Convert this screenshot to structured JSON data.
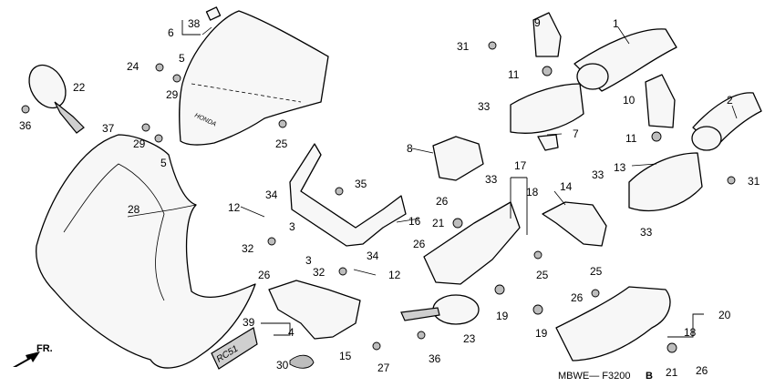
{
  "diagram_code": "MBWE— F3200",
  "diagram_code_suffix": "B",
  "direction_label": "FR.",
  "windscreen_logo": "HONDA",
  "side_logo": "RC51",
  "callouts": [
    {
      "id": "c1",
      "text": "1"
    },
    {
      "id": "c2",
      "text": "2"
    },
    {
      "id": "c3a",
      "text": "3"
    },
    {
      "id": "c3b",
      "text": "3"
    },
    {
      "id": "c4",
      "text": "4"
    },
    {
      "id": "c5a",
      "text": "5"
    },
    {
      "id": "c5b",
      "text": "5"
    },
    {
      "id": "c6",
      "text": "6"
    },
    {
      "id": "c7",
      "text": "7"
    },
    {
      "id": "c8",
      "text": "8"
    },
    {
      "id": "c9",
      "text": "9"
    },
    {
      "id": "c10",
      "text": "10"
    },
    {
      "id": "c11a",
      "text": "11"
    },
    {
      "id": "c11b",
      "text": "11"
    },
    {
      "id": "c12a",
      "text": "12"
    },
    {
      "id": "c12b",
      "text": "12"
    },
    {
      "id": "c13",
      "text": "13"
    },
    {
      "id": "c14",
      "text": "14"
    },
    {
      "id": "c15",
      "text": "15"
    },
    {
      "id": "c16",
      "text": "16"
    },
    {
      "id": "c17",
      "text": "17"
    },
    {
      "id": "c18a",
      "text": "18"
    },
    {
      "id": "c18b",
      "text": "18"
    },
    {
      "id": "c19a",
      "text": "19"
    },
    {
      "id": "c19b",
      "text": "19"
    },
    {
      "id": "c20",
      "text": "20"
    },
    {
      "id": "c21a",
      "text": "21"
    },
    {
      "id": "c21b",
      "text": "21"
    },
    {
      "id": "c22",
      "text": "22"
    },
    {
      "id": "c23",
      "text": "23"
    },
    {
      "id": "c24",
      "text": "24"
    },
    {
      "id": "c25a",
      "text": "25"
    },
    {
      "id": "c25b",
      "text": "25"
    },
    {
      "id": "c25c",
      "text": "25"
    },
    {
      "id": "c26a",
      "text": "26"
    },
    {
      "id": "c26b",
      "text": "26"
    },
    {
      "id": "c26c",
      "text": "26"
    },
    {
      "id": "c26d",
      "text": "26"
    },
    {
      "id": "c26e",
      "text": "26"
    },
    {
      "id": "c27",
      "text": "27"
    },
    {
      "id": "c28",
      "text": "28"
    },
    {
      "id": "c29a",
      "text": "29"
    },
    {
      "id": "c29b",
      "text": "29"
    },
    {
      "id": "c30",
      "text": "30"
    },
    {
      "id": "c31a",
      "text": "31"
    },
    {
      "id": "c31b",
      "text": "31"
    },
    {
      "id": "c32a",
      "text": "32"
    },
    {
      "id": "c32b",
      "text": "32"
    },
    {
      "id": "c33a",
      "text": "33"
    },
    {
      "id": "c33b",
      "text": "33"
    },
    {
      "id": "c33c",
      "text": "33"
    },
    {
      "id": "c33d",
      "text": "33"
    },
    {
      "id": "c34a",
      "text": "34"
    },
    {
      "id": "c34b",
      "text": "34"
    },
    {
      "id": "c35",
      "text": "35"
    },
    {
      "id": "c36a",
      "text": "36"
    },
    {
      "id": "c36b",
      "text": "36"
    },
    {
      "id": "c37",
      "text": "37"
    },
    {
      "id": "c38",
      "text": "38"
    },
    {
      "id": "c39",
      "text": "39"
    }
  ]
}
